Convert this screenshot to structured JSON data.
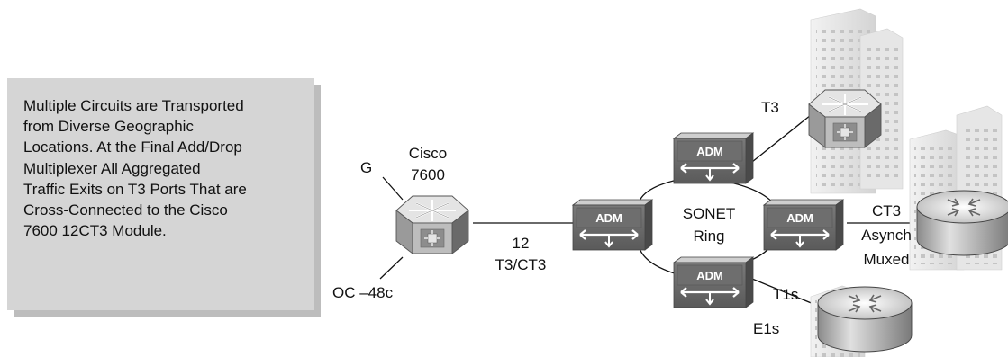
{
  "note": {
    "lines": [
      "Multiple Circuits are Transported",
      "from Diverse Geographic",
      "Locations. At the Final Add/Drop",
      "Multiplexer All Aggregated",
      "Traffic Exits on T3 Ports That are",
      "Cross-Connected to the Cisco",
      "7600 12CT3 Module."
    ]
  },
  "router": {
    "title_line1": "Cisco",
    "title_line2": "7600",
    "port_top": "G",
    "port_bottom": "OC –48c"
  },
  "links": {
    "trunk_line1": "12",
    "trunk_line2": "T3/CT3",
    "top_right": "T3",
    "right_line1": "CT3",
    "right_line2": "Asynch",
    "right_line3": "Muxed",
    "bottom_line1": "T1s",
    "bottom_line2": "E1s"
  },
  "ring": {
    "label_line1": "SONET",
    "label_line2": "Ring",
    "adm_label": "ADM"
  },
  "icons": [
    "router-icon",
    "adm-icon",
    "building-icon",
    "round-router-icon",
    "switch-icon"
  ]
}
